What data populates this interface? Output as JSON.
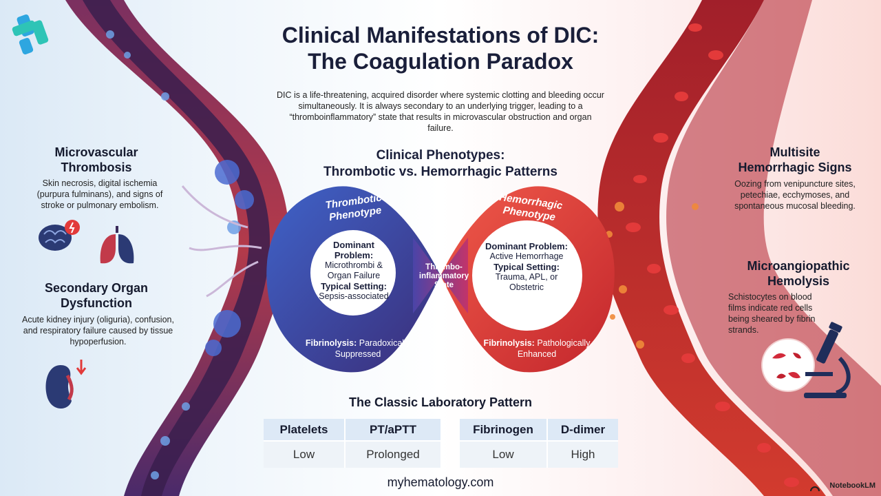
{
  "title": {
    "line1": "Clinical Manifestations of DIC:",
    "line2": "The Coagulation Paradox"
  },
  "intro": "DIC is a life-threatening, acquired disorder where systemic clotting and bleeding occur simultaneously. It is always secondary to an underlying trigger, leading to a “thromboinflammatory” state that results in microvascular obstruction and organ failure.",
  "phenotypes_heading": {
    "line1": "Clinical Phenotypes:",
    "line2": "Thrombotic vs. Hemorrhagic Patterns"
  },
  "left_panel": {
    "microvascular": {
      "title_line1": "Microvascular",
      "title_line2": "Thrombosis",
      "text": "Skin necrosis, digital ischemia (purpura fulminans), and signs of stroke or pulmonary embolism."
    },
    "organ": {
      "title_line1": "Secondary Organ",
      "title_line2": "Dysfunction",
      "text": "Acute kidney injury (oliguria), confusion, and respiratory failure caused by tissue hypoperfusion."
    }
  },
  "right_panel": {
    "hemorrhagic": {
      "title_line1": "Multisite",
      "title_line2": "Hemorrhagic Signs",
      "text": "Oozing from venipuncture sites, petechiae, ecchymoses, and spontaneous mucosal bleeding."
    },
    "hemolysis": {
      "title_line1": "Microangiopathic",
      "title_line2": "Hemolysis",
      "text": "Schistocytes on blood films indicate red cells being sheared by fibrin strands."
    }
  },
  "thrombotic": {
    "label_line1": "Thrombotic",
    "label_line2": "Phenotype",
    "dominant_label": "Dominant Problem:",
    "dominant_value": "Microthrombi & Organ Failure",
    "setting_label": "Typical Setting:",
    "setting_value": "Sepsis-associated",
    "fibrinolysis_label": "Fibrinolysis:",
    "fibrinolysis_value1": "Paradoxically",
    "fibrinolysis_value2": "Suppressed"
  },
  "center": {
    "line1": "Thrombo-",
    "line2": "inflammatory",
    "line3": "State"
  },
  "hemorrhagic": {
    "label_line1": "Hemorrhagic",
    "label_line2": "Phenotype",
    "dominant_label": "Dominant Problem:",
    "dominant_value": "Active Hemorrhage",
    "setting_label": "Typical Setting:",
    "setting_value": "Trauma, APL, or Obstetric",
    "fibrinolysis_label": "Fibrinolysis:",
    "fibrinolysis_value1": "Pathologically",
    "fibrinolysis_value2": "Enhanced"
  },
  "lab": {
    "title": "The Classic Laboratory Pattern",
    "group1": [
      {
        "head": "Platelets",
        "value": "Low"
      },
      {
        "head": "PT/aPTT",
        "value": "Prolonged"
      }
    ],
    "group2": [
      {
        "head": "Fibrinogen",
        "value": "Low"
      },
      {
        "head": "D-dimer",
        "value": "High"
      }
    ]
  },
  "footer": "myhematology.com",
  "brand": "NotebookLM",
  "icons": {
    "logo": "cross-logo-icon",
    "brain": "brain-icon",
    "lungs": "lungs-icon",
    "kidney": "kidney-icon",
    "microscope": "microscope-icon",
    "schistocytes": "schistocytes-icon"
  },
  "colors": {
    "thrombotic": "#3a4fa8",
    "hemorrhagic": "#e8443a",
    "vessel_left": "#5a2a5a",
    "vessel_right": "#c32b2b",
    "lab_header": "#dde9f6"
  }
}
